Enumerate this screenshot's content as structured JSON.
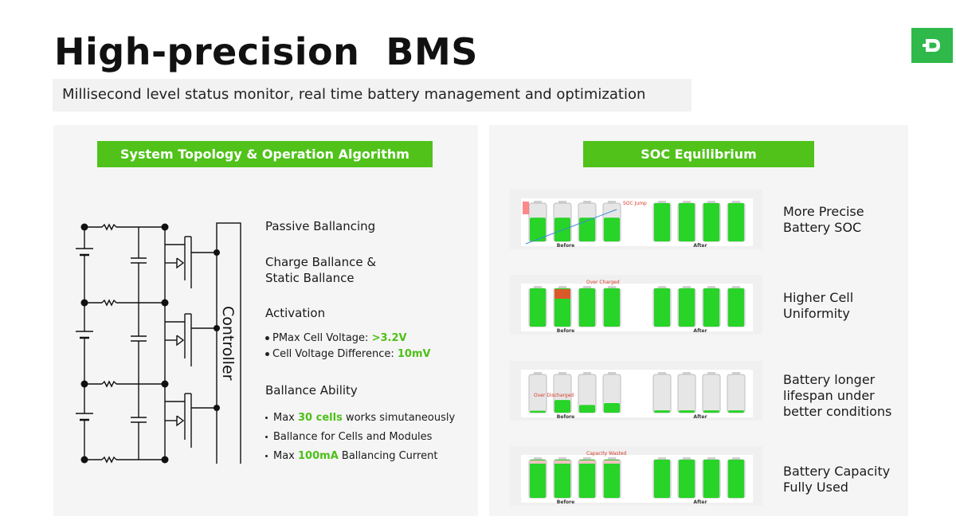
{
  "slide": {
    "title": "High-precision  BMS",
    "subtitle": "Millisecond level status monitor, real time battery management and optimization",
    "logo_letter": "D",
    "accent_color": "#50c21a"
  },
  "left_panel": {
    "header": "System Topology & Operation Algorithm",
    "controller_label": "Controller",
    "passive": "Passive Ballancing",
    "charge_line1": "Charge Ballance &",
    "charge_line2": "Static Ballance",
    "activation": "Activation",
    "pmax_prefix": "PMax Cell Voltage: ",
    "pmax_value": ">3.2V",
    "diff_prefix": "Cell Voltage Difference: ",
    "diff_value": "10mV",
    "ability": "Ballance Ability",
    "b1_prefix": "Max ",
    "b1_value": "30 cells",
    "b1_suffix": " works simutaneously",
    "b2": "Ballance for Cells and Modules",
    "b3_prefix": "Max ",
    "b3_value": "100mA",
    "b3_suffix": " Ballancing Current"
  },
  "right_panel": {
    "header": "SOC Equilibrium",
    "before_label": "Before",
    "after_label": "After",
    "cards": [
      {
        "line1": "More Precise",
        "line2": "Battery SOC",
        "line3": "",
        "annotation": "SOC Jump",
        "levels_before": [
          0.62,
          0.62,
          0.62,
          0.62
        ],
        "levels_after": [
          1,
          1,
          1,
          1
        ]
      },
      {
        "line1": "Higher Cell",
        "line2": "Uniformity",
        "line3": "",
        "annotation": "Over Charged",
        "levels_before": [
          1,
          1,
          1,
          1
        ],
        "levels_after": [
          1,
          1,
          1,
          1
        ]
      },
      {
        "line1": "Battery longer",
        "line2": "lifespan under",
        "line3": "better conditions",
        "annotation": "Over Discharged",
        "levels_before": [
          0.05,
          0.33,
          0.2,
          0.25
        ],
        "levels_after": [
          0.06,
          0.06,
          0.06,
          0.06
        ]
      },
      {
        "line1": "Battery Capacity",
        "line2": "Fully Used",
        "line3": "",
        "annotation": "Capacity Wasted",
        "levels_before": [
          1,
          1,
          1,
          1
        ],
        "levels_after": [
          1,
          1,
          1,
          1
        ]
      }
    ]
  }
}
